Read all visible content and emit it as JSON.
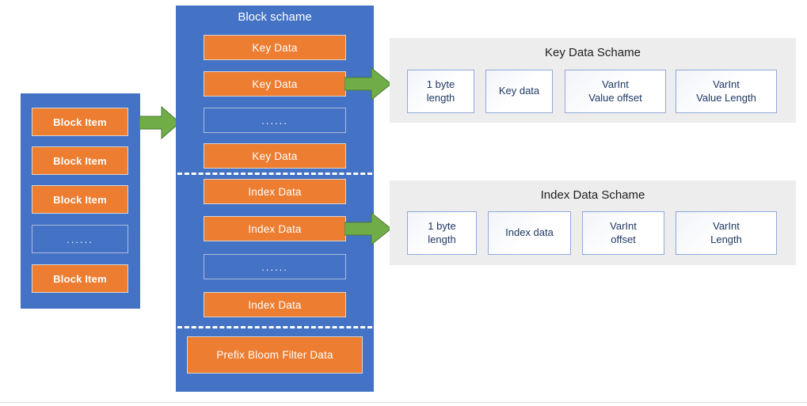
{
  "diagram": {
    "colors": {
      "blue": "#4472C4",
      "orange": "#ED7D31",
      "green_arrow": "#70AD47",
      "panel_gray": "#EDEDED",
      "field_text": "#1F3864",
      "box_border": "#8FAADC"
    },
    "block_item_column": {
      "name": "Block Item column",
      "items": [
        {
          "label": "Block Item",
          "kind": "box"
        },
        {
          "label": "Block Item",
          "kind": "box"
        },
        {
          "label": "Block Item",
          "kind": "box"
        },
        {
          "label": "......",
          "kind": "ellipsis"
        },
        {
          "label": "Block Item",
          "kind": "box"
        }
      ]
    },
    "block_scheme": {
      "title": "Block schame",
      "key_section": [
        {
          "label": "Key Data",
          "kind": "box"
        },
        {
          "label": "Key Data",
          "kind": "box"
        },
        {
          "label": "......",
          "kind": "ellipsis"
        },
        {
          "label": "Key Data",
          "kind": "box"
        }
      ],
      "index_section": [
        {
          "label": "Index Data",
          "kind": "box"
        },
        {
          "label": "Index Data",
          "kind": "box"
        },
        {
          "label": "......",
          "kind": "ellipsis"
        },
        {
          "label": "Index Data",
          "kind": "box"
        }
      ],
      "footer_section": [
        {
          "label": "Prefix Bloom Filter Data",
          "kind": "box"
        }
      ]
    },
    "key_data_scheme": {
      "title": "Key Data Schame",
      "fields": [
        {
          "line1": "1 byte",
          "line2": "length"
        },
        {
          "line1": "Key data",
          "line2": ""
        },
        {
          "line1": "VarInt",
          "line2": "Value offset"
        },
        {
          "line1": "VarInt",
          "line2": "Value Length"
        }
      ]
    },
    "index_data_scheme": {
      "title": "Index Data Schame",
      "fields": [
        {
          "line1": "1 byte",
          "line2": "length"
        },
        {
          "line1": "Index data",
          "line2": ""
        },
        {
          "line1": "VarInt",
          "line2": "offset"
        },
        {
          "line1": "VarInt",
          "line2": "Length"
        }
      ]
    },
    "arrows": [
      {
        "name": "arrow-blockitem-to-blockscheme"
      },
      {
        "name": "arrow-keydata-to-keyscheme"
      },
      {
        "name": "arrow-indexdata-to-indexscheme"
      }
    ]
  }
}
